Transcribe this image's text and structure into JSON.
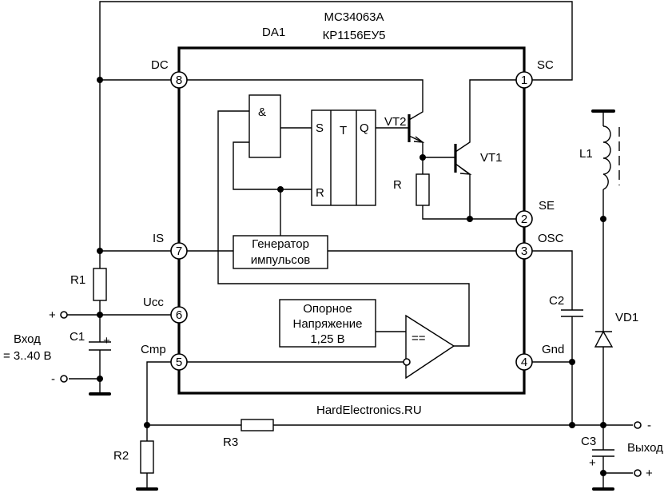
{
  "chip": {
    "designator": "DA1",
    "part": "MC34063A",
    "part_ru": "КР1156ЕУ5"
  },
  "pins": [
    {
      "num": "1",
      "name": "SC"
    },
    {
      "num": "2",
      "name": "SE"
    },
    {
      "num": "3",
      "name": "OSC"
    },
    {
      "num": "4",
      "name": "Gnd"
    },
    {
      "num": "5",
      "name": "Cmp"
    },
    {
      "num": "6",
      "name": "Ucc"
    },
    {
      "num": "7",
      "name": "IS"
    },
    {
      "num": "8",
      "name": "DC"
    }
  ],
  "blocks": {
    "and_gate": "&",
    "flipflop": {
      "s": "S",
      "t": "T",
      "q": "Q",
      "r": "R"
    },
    "generator": [
      "Генератор",
      "импульсов"
    ],
    "reference": [
      "Опорное",
      "Напряжение",
      "1,25 В"
    ],
    "comparator": "=="
  },
  "components": {
    "vt1": "VT1",
    "vt2": "VT2",
    "r_internal": "R",
    "r1": "R1",
    "r2": "R2",
    "r3": "R3",
    "c1": "C1",
    "c2": "C2",
    "c3": "C3",
    "l1": "L1",
    "vd1": "VD1"
  },
  "input": {
    "label": "Вход",
    "range": "= 3..40 В",
    "plus": "+",
    "minus": "-",
    "c1_polarity": "+"
  },
  "output": {
    "label": "Выход",
    "plus": "+",
    "minus": "-",
    "c3_polarity": "+"
  },
  "watermark": "HardElectronics.RU"
}
